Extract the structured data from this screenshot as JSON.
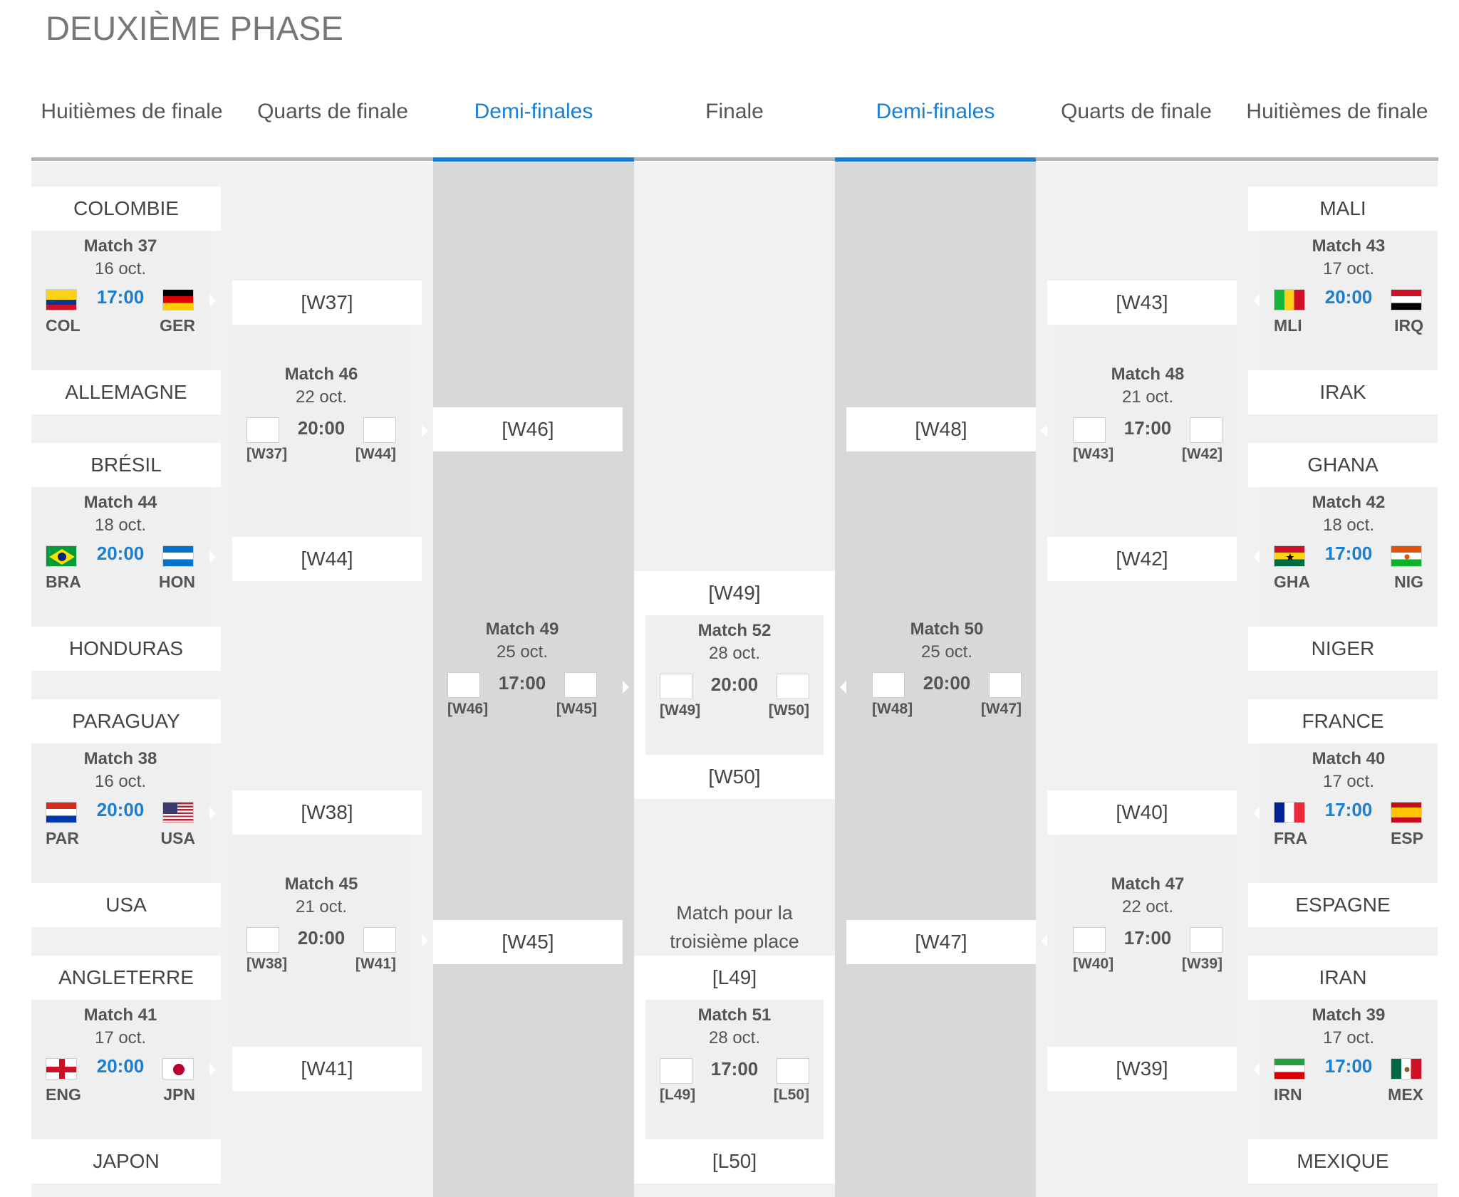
{
  "page": {
    "title": "DEUXIÈME PHASE"
  },
  "tabs": [
    {
      "label": "Huitièmes de finale"
    },
    {
      "label": "Quarts de finale"
    },
    {
      "label": "Demi-finales"
    },
    {
      "label": "Finale"
    },
    {
      "label": "Demi-finales"
    },
    {
      "label": "Quarts de finale"
    },
    {
      "label": "Huitièmes de finale"
    }
  ],
  "tab_active_color": "#1a7ed3",
  "teams": {
    "colombie": "COLOMBIE",
    "allemagne": "ALLEMAGNE",
    "bresil": "BRÉSIL",
    "honduras": "HONDURAS",
    "paraguay": "PARAGUAY",
    "usa": "USA",
    "angleterre": "ANGLETERRE",
    "japon": "JAPON",
    "mali": "MALI",
    "irak": "IRAK",
    "ghana": "GHANA",
    "niger": "NIGER",
    "france": "FRANCE",
    "espagne": "ESPAGNE",
    "iran": "IRAN",
    "mexique": "MEXIQUE"
  },
  "r16": {
    "m37": {
      "title": "Match 37",
      "date": "16 oct.",
      "time": "17:00",
      "home": "COL",
      "away": "GER"
    },
    "m44": {
      "title": "Match 44",
      "date": "18 oct.",
      "time": "20:00",
      "home": "BRA",
      "away": "HON"
    },
    "m38": {
      "title": "Match 38",
      "date": "16 oct.",
      "time": "20:00",
      "home": "PAR",
      "away": "USA"
    },
    "m41": {
      "title": "Match 41",
      "date": "17 oct.",
      "time": "20:00",
      "home": "ENG",
      "away": "JPN"
    },
    "m43": {
      "title": "Match 43",
      "date": "17 oct.",
      "time": "20:00",
      "home": "MLI",
      "away": "IRQ"
    },
    "m42": {
      "title": "Match 42",
      "date": "18 oct.",
      "time": "17:00",
      "home": "GHA",
      "away": "NIG"
    },
    "m40": {
      "title": "Match 40",
      "date": "17 oct.",
      "time": "17:00",
      "home": "FRA",
      "away": "ESP"
    },
    "m39": {
      "title": "Match 39",
      "date": "17 oct.",
      "time": "17:00",
      "home": "IRN",
      "away": "MEX"
    }
  },
  "qf": {
    "m46": {
      "title": "Match 46",
      "date": "22 oct.",
      "time": "20:00",
      "home": "[W37]",
      "away": "[W44]"
    },
    "m45": {
      "title": "Match 45",
      "date": "21 oct.",
      "time": "20:00",
      "home": "[W38]",
      "away": "[W41]"
    },
    "m48": {
      "title": "Match 48",
      "date": "21 oct.",
      "time": "17:00",
      "home": "[W43]",
      "away": "[W42]"
    },
    "m47": {
      "title": "Match 47",
      "date": "22 oct.",
      "time": "17:00",
      "home": "[W40]",
      "away": "[W39]"
    }
  },
  "sf": {
    "m49": {
      "title": "Match 49",
      "date": "25 oct.",
      "time": "17:00",
      "home": "[W46]",
      "away": "[W45]"
    },
    "m50": {
      "title": "Match 50",
      "date": "25 oct.",
      "time": "20:00",
      "home": "[W48]",
      "away": "[W47]"
    }
  },
  "final": {
    "m52": {
      "title": "Match 52",
      "date": "28 oct.",
      "time": "20:00",
      "home": "[W49]",
      "away": "[W50]"
    },
    "m51": {
      "title": "Match 51",
      "date": "28 oct.",
      "time": "17:00",
      "home": "[L49]",
      "away": "[L50]"
    },
    "third_place_label": "Match pour la troisième place"
  },
  "placeholders": {
    "w37": "[W37]",
    "w44": "[W44]",
    "w38": "[W38]",
    "w41": "[W41]",
    "w43": "[W43]",
    "w42": "[W42]",
    "w40": "[W40]",
    "w39": "[W39]",
    "w46": "[W46]",
    "w45": "[W45]",
    "w48": "[W48]",
    "w47": "[W47]",
    "w49": "[W49]",
    "w50": "[W50]",
    "l49": "[L49]",
    "l50": "[L50]"
  }
}
